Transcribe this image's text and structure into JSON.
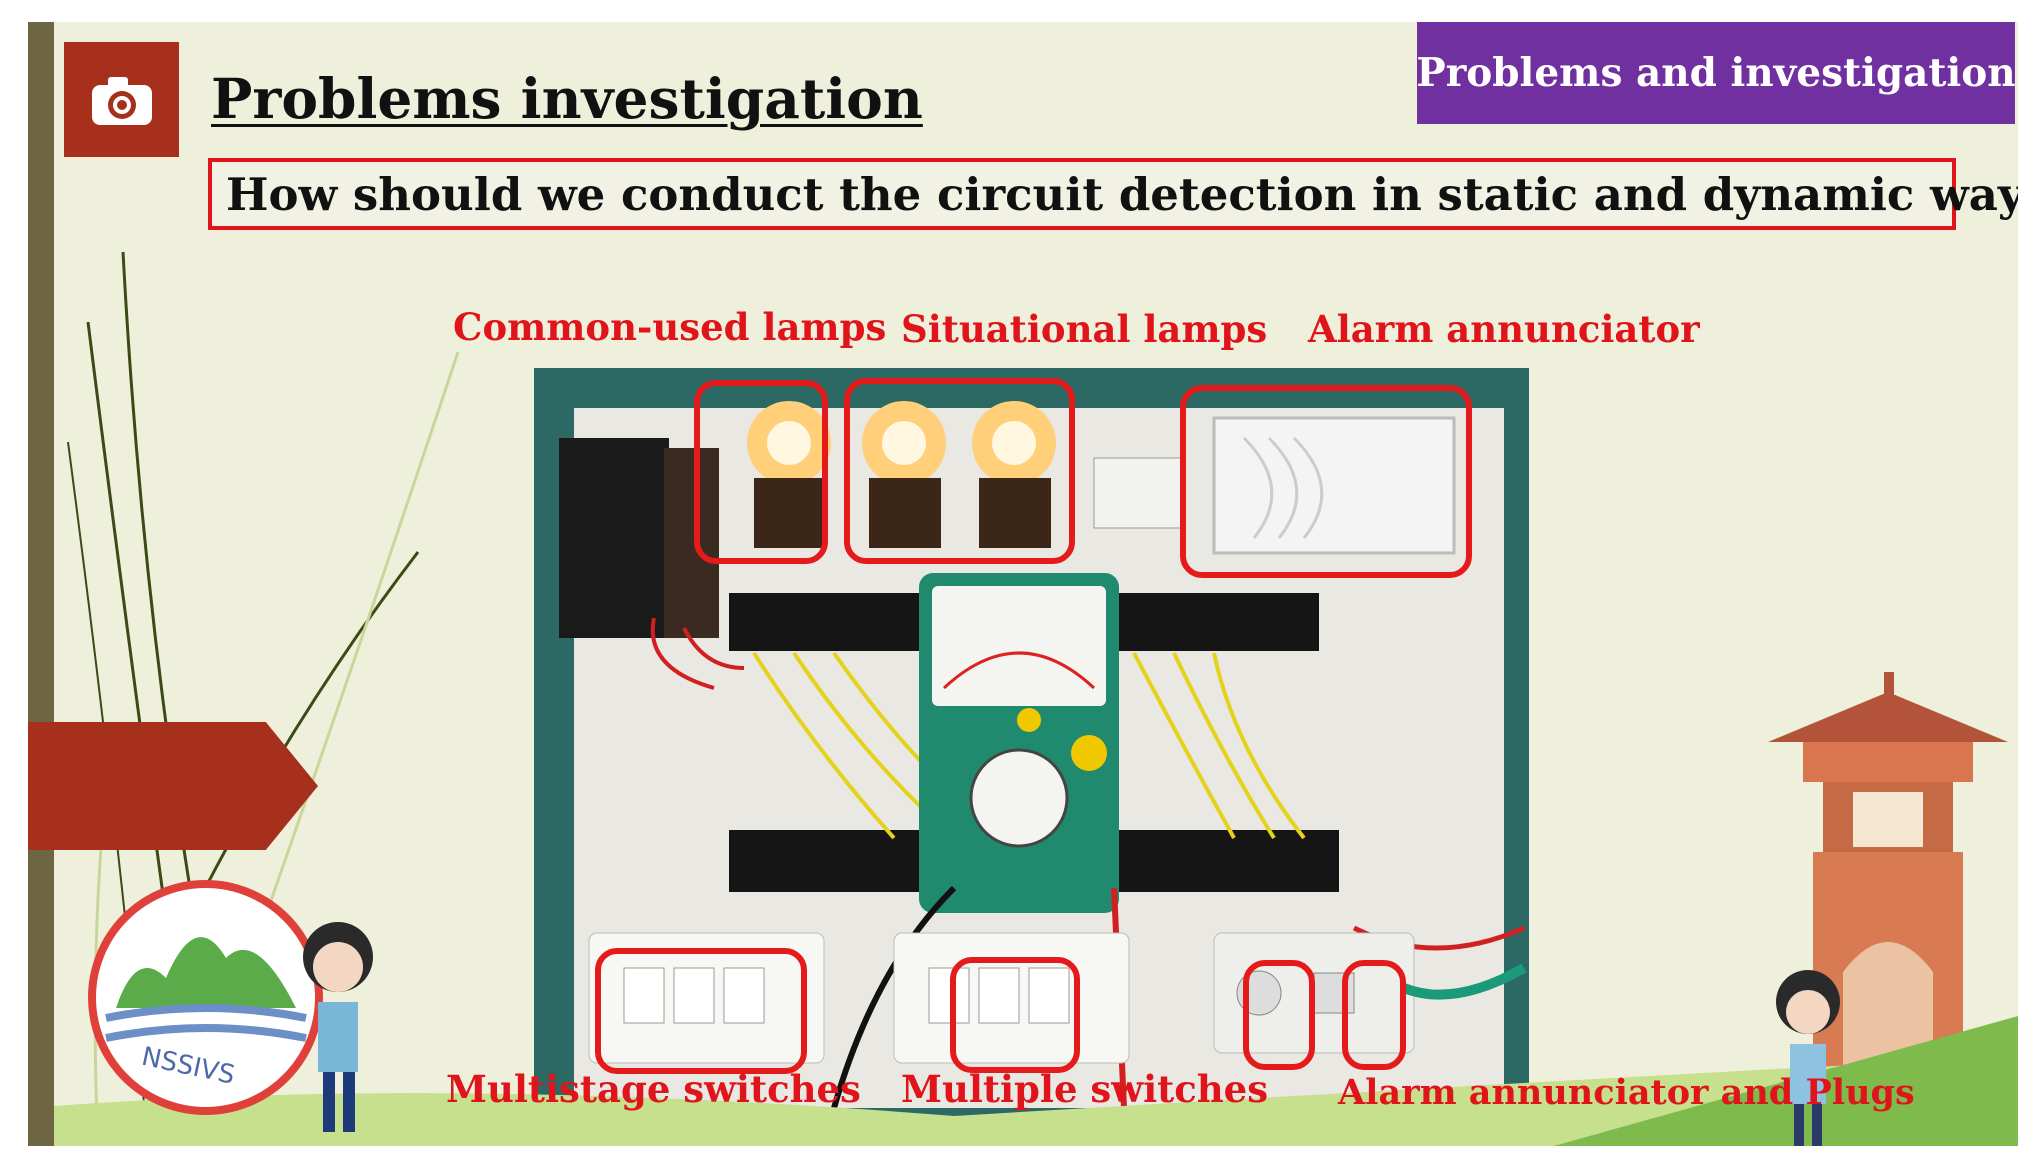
{
  "header": {
    "title": "Problems investigation",
    "tag": "Problems and investigation"
  },
  "question": "How should we conduct the circuit detection in static and dynamic ways?",
  "labels": {
    "common_lamps": "Common-used lamps",
    "situational_lamps": "Situational lamps",
    "alarm_annunciator": "Alarm annunciator",
    "multistage_switches": "Multistage switches",
    "multiple_switches": "Multiple switches",
    "alarm_annunciator_plugs": "Alarm annunciator and Plugs"
  },
  "logo_text": "NSSIVS",
  "colors": {
    "accent_red": "#e0141b",
    "tag_purple": "#7030a0",
    "badge_brown": "#a6301b",
    "background": "#eef0dc"
  }
}
